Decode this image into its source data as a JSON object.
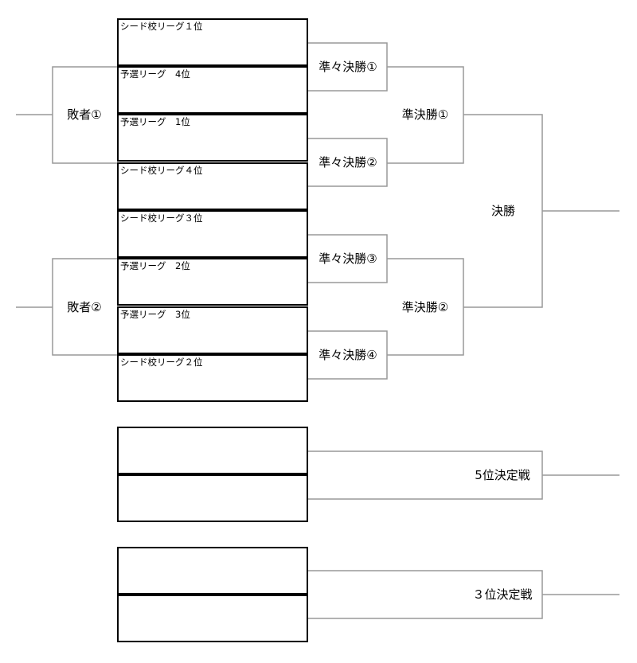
{
  "main_slots": [
    {
      "label": "シード校リーグ１位"
    },
    {
      "label": "予選リーグ　4位"
    },
    {
      "label": "予選リーグ　1位"
    },
    {
      "label": "シード校リーグ４位"
    },
    {
      "label": "シード校リーグ３位"
    },
    {
      "label": "予選リーグ　2位"
    },
    {
      "label": "予選リーグ　3位"
    },
    {
      "label": "シード校リーグ２位"
    }
  ],
  "losers": {
    "loser1": "敗者①",
    "loser2": "敗者②"
  },
  "quarterfinals": {
    "qf1": "準々決勝①",
    "qf2": "準々決勝②",
    "qf3": "準々決勝③",
    "qf4": "準々決勝④"
  },
  "semifinals": {
    "sf1": "準決勝①",
    "sf2": "準決勝②"
  },
  "final": {
    "label": "決勝"
  },
  "fifth_place": {
    "label": "5位決定戦",
    "slots": [
      {
        "label": ""
      },
      {
        "label": ""
      }
    ]
  },
  "third_place": {
    "label": "３位決定戦",
    "slots": [
      {
        "label": ""
      },
      {
        "label": ""
      }
    ]
  },
  "colors": {
    "slot_border": "#000000",
    "connector": "#999999",
    "text": "#000000"
  }
}
